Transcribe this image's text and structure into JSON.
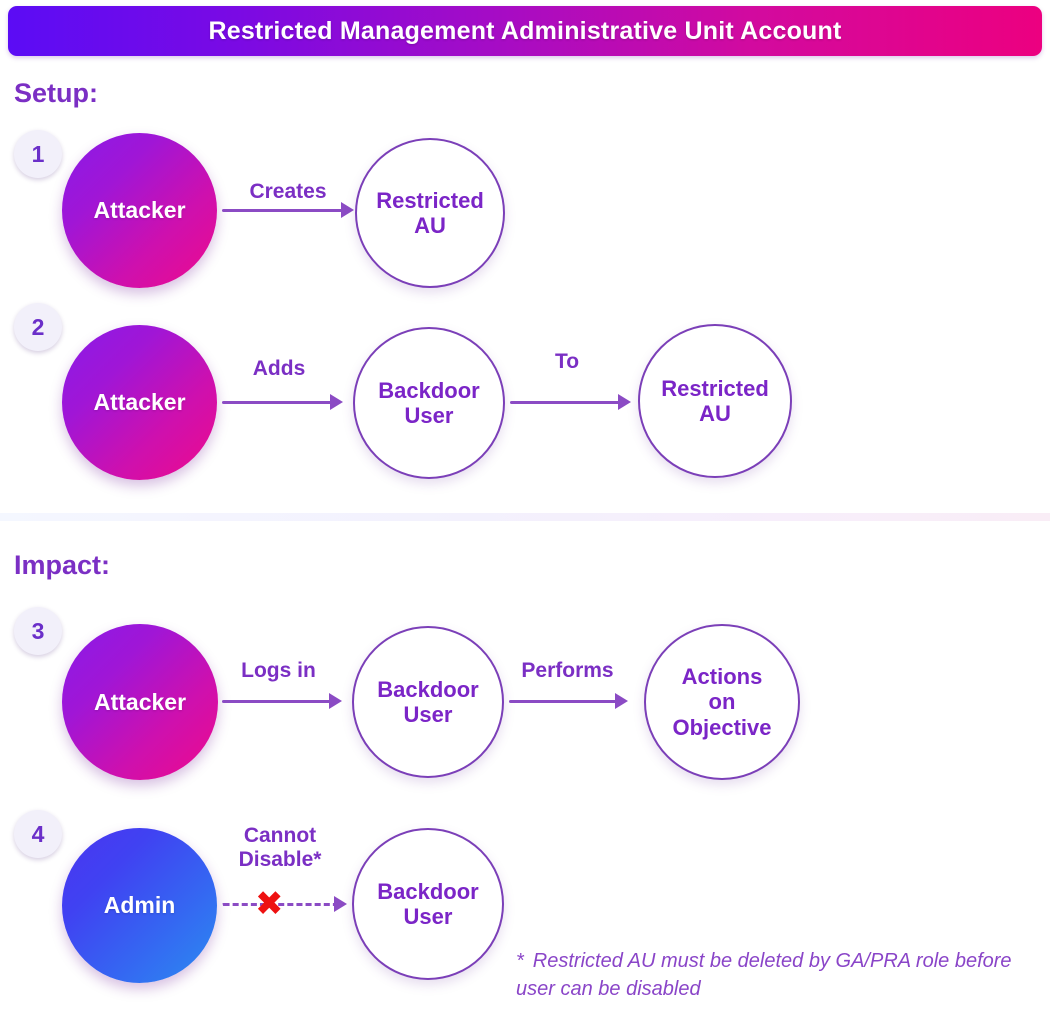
{
  "title": "Restricted Management Administrative Unit Account",
  "colors": {
    "title_gradient_start": "#5B0CF5",
    "title_gradient_end": "#EC0080",
    "attacker_gradient_start": "#8A1AE8",
    "attacker_gradient_end": "#EE0A8C",
    "admin_gradient_start": "#4A35F0",
    "admin_gradient_end": "#2B8CF0",
    "node_outline_border": "#7B3FB8",
    "node_outline_text": "#7B25C7",
    "connector": "#8B4BC4",
    "heading": "#7B2FC4",
    "x_mark": "#EE1111",
    "badge_bg": "#F2F0FA",
    "badge_text": "#6B2FC9",
    "background": "#FFFFFF"
  },
  "sections": {
    "setup": {
      "heading": "Setup:"
    },
    "impact": {
      "heading": "Impact:"
    }
  },
  "steps": [
    {
      "number": "1",
      "section": "setup",
      "nodes": [
        {
          "id": "attacker",
          "label": "Attacker",
          "style": "filled-attacker"
        },
        {
          "id": "restricted-au",
          "label": "Restricted\nAU",
          "style": "outline"
        }
      ],
      "connectors": [
        {
          "label": "Creates",
          "style": "solid"
        }
      ]
    },
    {
      "number": "2",
      "section": "setup",
      "nodes": [
        {
          "id": "attacker",
          "label": "Attacker",
          "style": "filled-attacker"
        },
        {
          "id": "backdoor-user",
          "label": "Backdoor\nUser",
          "style": "outline"
        },
        {
          "id": "restricted-au",
          "label": "Restricted\nAU",
          "style": "outline"
        }
      ],
      "connectors": [
        {
          "label": "Adds",
          "style": "solid"
        },
        {
          "label": "To",
          "style": "solid"
        }
      ]
    },
    {
      "number": "3",
      "section": "impact",
      "nodes": [
        {
          "id": "attacker",
          "label": "Attacker",
          "style": "filled-attacker"
        },
        {
          "id": "backdoor-user",
          "label": "Backdoor\nUser",
          "style": "outline"
        },
        {
          "id": "actions-on-objective",
          "label": "Actions\non\nObjective",
          "style": "outline"
        }
      ],
      "connectors": [
        {
          "label": "Logs in",
          "style": "solid"
        },
        {
          "label": "Performs",
          "style": "solid"
        }
      ]
    },
    {
      "number": "4",
      "section": "impact",
      "nodes": [
        {
          "id": "admin",
          "label": "Admin",
          "style": "filled-admin"
        },
        {
          "id": "backdoor-user",
          "label": "Backdoor\nUser",
          "style": "outline"
        }
      ],
      "connectors": [
        {
          "label": "Cannot\nDisable*",
          "style": "dashed-blocked",
          "marker": "x-mark"
        }
      ]
    }
  ],
  "footnote": {
    "marker": "*",
    "text": "Restricted AU must be deleted by GA/PRA role before user can be disabled"
  }
}
